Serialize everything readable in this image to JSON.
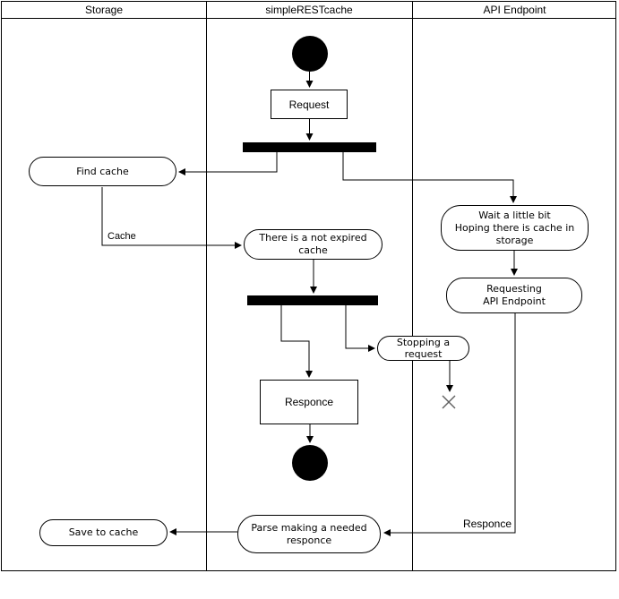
{
  "lanes": [
    {
      "title": "Storage"
    },
    {
      "title": "simpleRESTcache"
    },
    {
      "title": "API Endpoint"
    }
  ],
  "nodes": {
    "initial": "start",
    "request": "Request",
    "find_cache": "Find cache",
    "wait": "Wait a little bit\nHoping there is cache in\nstorage",
    "there_is": "There is a not expired\ncache",
    "requesting": "Requesting\nAPI Endpoint",
    "stopping": "Stopping a\nrequest",
    "responce": "Responce",
    "final": "end",
    "parse": "Parse making a needed\nresponce",
    "save": "Save to cache"
  },
  "edge_labels": {
    "cache": "Cache",
    "responce": "Responce"
  },
  "edges": [
    {
      "from": "initial",
      "to": "request"
    },
    {
      "from": "request",
      "to": "fork-1"
    },
    {
      "from": "fork-1",
      "to": "find_cache"
    },
    {
      "from": "fork-1",
      "to": "wait"
    },
    {
      "from": "find_cache",
      "to": "there_is",
      "label": "Cache"
    },
    {
      "from": "there_is",
      "to": "fork-2"
    },
    {
      "from": "fork-2",
      "to": "responce"
    },
    {
      "from": "fork-2",
      "to": "stopping"
    },
    {
      "from": "stopping",
      "to": "flow-final-x"
    },
    {
      "from": "wait",
      "to": "requesting"
    },
    {
      "from": "requesting",
      "to": "parse",
      "label": "Responce"
    },
    {
      "from": "responce",
      "to": "final"
    },
    {
      "from": "parse",
      "to": "save"
    }
  ],
  "colors": {
    "line": "#000000",
    "node_fill": "#ffffff",
    "fork_bar": "#000000",
    "x_mark": "#606060"
  }
}
